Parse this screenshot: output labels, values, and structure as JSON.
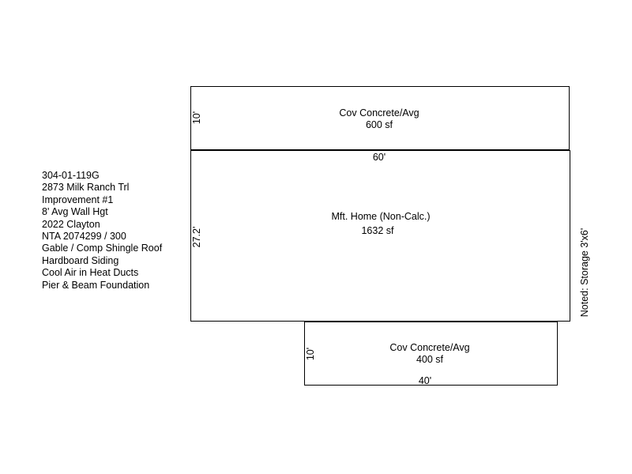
{
  "parcel_info": [
    "304-01-119G",
    "2873 Milk Ranch Trl",
    "Improvement #1",
    "8' Avg Wall Hgt",
    "2022 Clayton",
    "NTA 2074299 / 300",
    "Gable / Comp Shingle Roof",
    "Hardboard Siding",
    "Cool Air in Heat Ducts",
    "Pier & Beam Foundation"
  ],
  "areas": {
    "top_porch": {
      "label": "Cov Concrete/Avg",
      "area": "600 sf",
      "depth_dim": "10'"
    },
    "home": {
      "label": "Mft. Home (Non-Calc.)",
      "area": "1632 sf",
      "width_dim": "60'",
      "depth_dim": "27.2'"
    },
    "bottom_porch": {
      "label": "Cov Concrete/Avg",
      "area": "400 sf",
      "depth_dim": "10'",
      "width_dim": "40'"
    }
  },
  "side_note": "Noted: Storage 3'x6'",
  "colors": {
    "line": "#000000",
    "text": "#000000",
    "background": "#ffffff"
  }
}
